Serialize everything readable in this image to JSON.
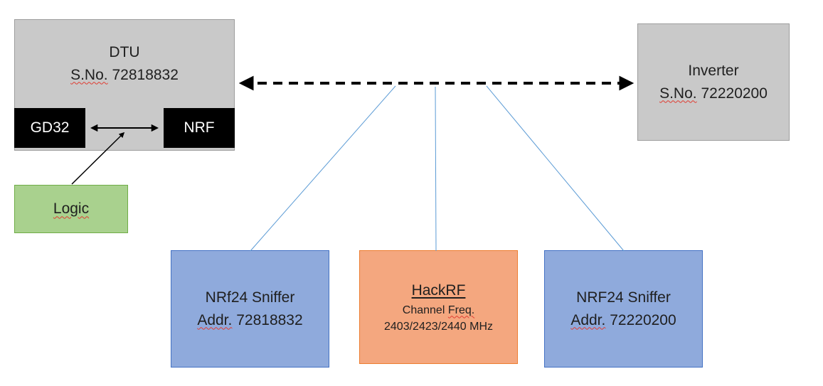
{
  "colors": {
    "gray_box_fill": "#c9c9c9",
    "black_box_fill": "#000000",
    "green_box_fill": "#a9d18e",
    "blue_box_fill": "#8faadc",
    "orange_box_fill": "#f4a77f",
    "connector_blue": "#5b9bd5",
    "arrow_black": "#000000",
    "spellcheck_red": "#e03c31"
  },
  "dtu": {
    "title": "DTU",
    "serial_label": "S.No.",
    "serial_value": "72818832"
  },
  "gd32": {
    "label": "GD32"
  },
  "nrf": {
    "label": "NRF"
  },
  "logic": {
    "label": "Logic"
  },
  "inverter": {
    "title": "Inverter",
    "serial_label": "S.No.",
    "serial_value": "72220200"
  },
  "sniffer_left": {
    "title": "NRf24 Sniffer",
    "addr_label": "Addr.",
    "addr_value": "72818832"
  },
  "hackrf": {
    "title": "HackRF",
    "channel_label": "Channel",
    "freq_label": "Freq.",
    "frequencies": "2403/2423/2440 MHz"
  },
  "sniffer_right": {
    "title": "NRF24 Sniffer",
    "addr_label": "Addr.",
    "addr_value": "72220200"
  }
}
